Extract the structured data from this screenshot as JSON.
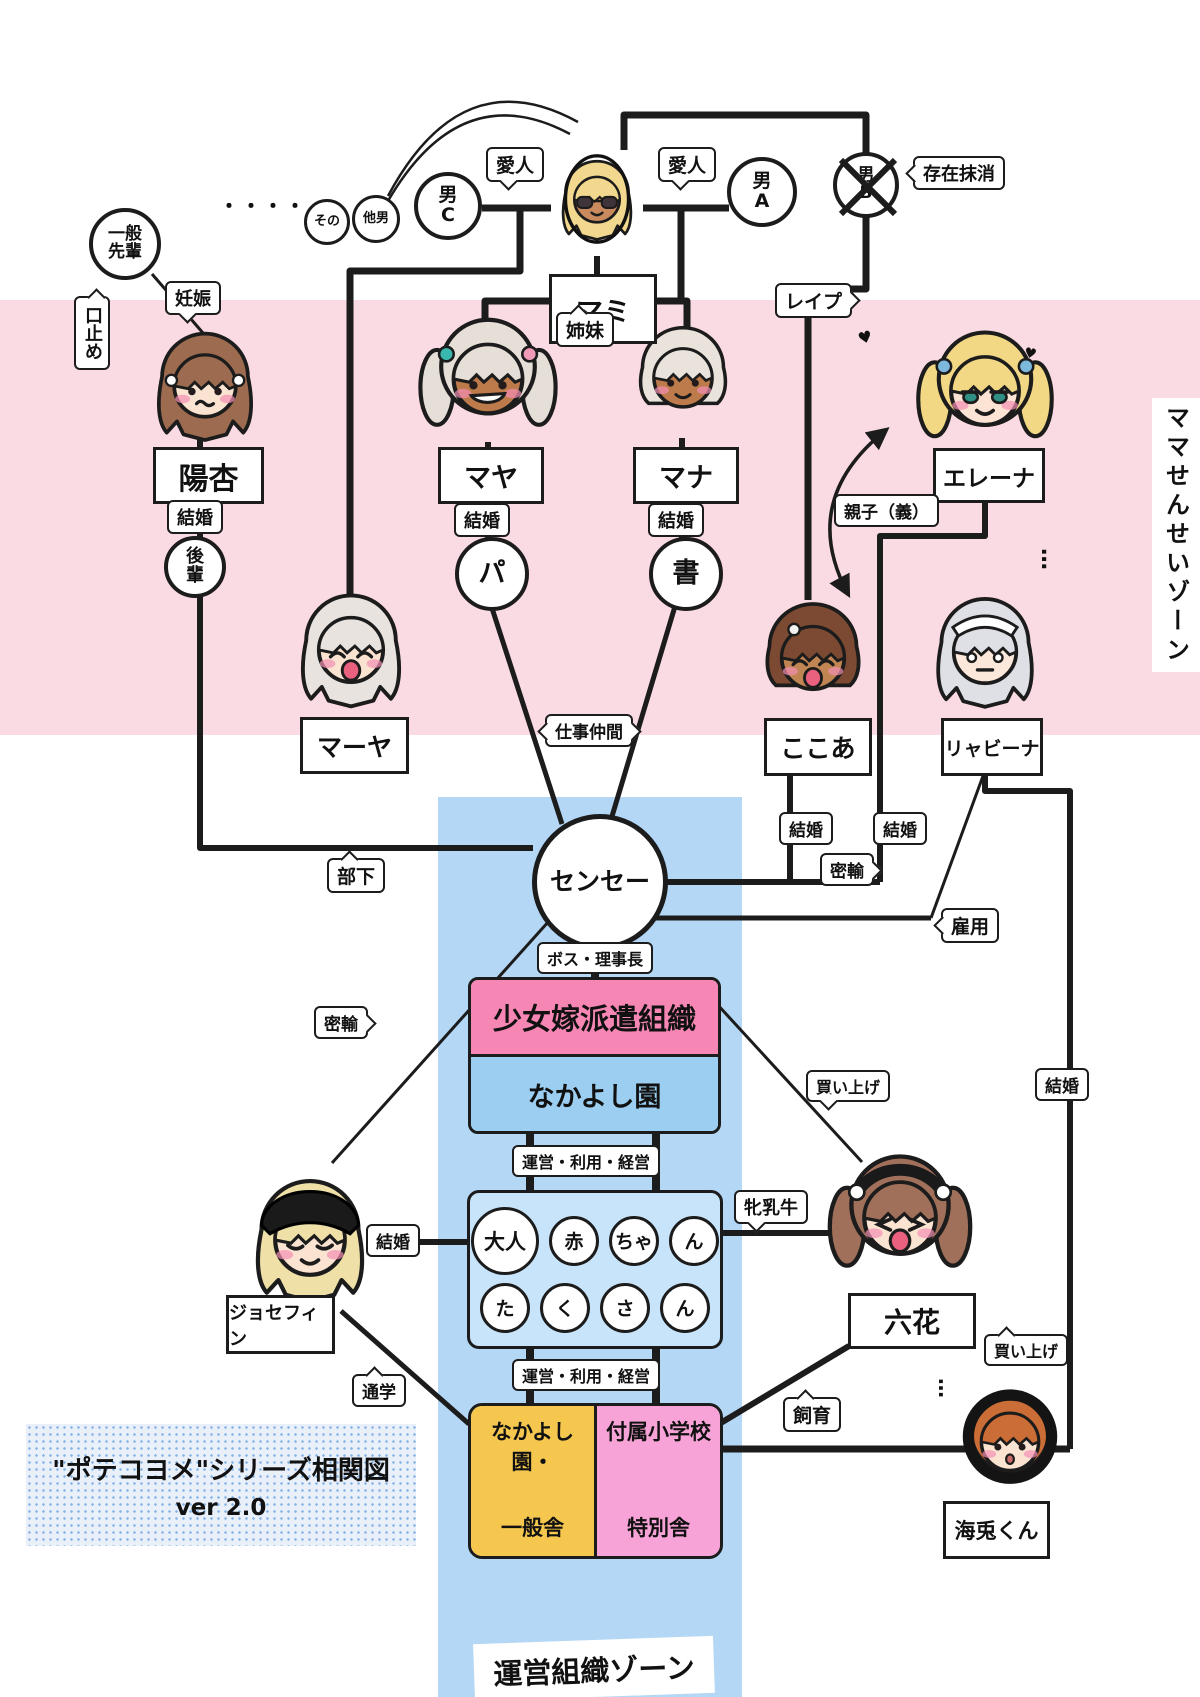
{
  "title": {
    "line1": "\"ポテコヨメ\"シリーズ相関図",
    "line2": "ver 2.0"
  },
  "zones": {
    "mama_sensei": "ママせんせいゾーン",
    "unei_soshiki": "運営組織ゾーン"
  },
  "nodes": {
    "dots": "・・・・・",
    "sono": "その",
    "tadan": "他男",
    "otoko_c": "男C",
    "otoko_a": "男A",
    "otoko_b": "男B",
    "ippan_senpai": "一般先輩",
    "kouhai": "後輩",
    "pa": "パ",
    "sho": "書",
    "sensei": "センセー"
  },
  "labels": {
    "aijin": "愛人",
    "sonzai": "存在抹消",
    "reipu": "レイプ",
    "ninshin": "妊娠",
    "kuchidome": "口止め",
    "shimai": "姉妹",
    "oyako": "親子（義）",
    "kekkon": "結婚",
    "shigoto": "仕事仲間",
    "mitsuyu": "密輸",
    "koyou": "雇用",
    "buka": "部下",
    "boss": "ボス・理事長",
    "unei": "運営・利用・経営",
    "mehirou": "牝乳牛",
    "kaiage": "買い上げ",
    "shiiku": "飼育",
    "tsuugaku": "通学"
  },
  "characters": {
    "mami": {
      "name": "マミ",
      "colors": {
        "hair": "#f2d88e",
        "skin": "#c98a5e"
      }
    },
    "hina": {
      "name": "陽杏",
      "colors": {
        "hair": "#9c6b50",
        "skin": "#fbe3d2"
      }
    },
    "maya": {
      "name": "マヤ",
      "colors": {
        "hair": "#e6dfd8",
        "skin": "#bd7a4a"
      }
    },
    "mana": {
      "name": "マナ",
      "colors": {
        "hair": "#e9e3dc",
        "skin": "#bd7a4a"
      }
    },
    "elena": {
      "name": "エレーナ",
      "colors": {
        "hair": "#f2d784",
        "skin": "#fbe4d4"
      }
    },
    "maaya": {
      "name": "マーヤ",
      "colors": {
        "hair": "#e8e3df",
        "skin": "#fbe3d2"
      }
    },
    "cocoa": {
      "name": "ここあ",
      "colors": {
        "hair": "#7c4a33",
        "skin": "#c08552"
      }
    },
    "ryabina": {
      "name": "リャビーナ",
      "colors": {
        "hair": "#dfdfe6",
        "skin": "#fbe8da"
      }
    },
    "josephine": {
      "name": "ジョセフィン",
      "colors": {
        "hair": "#efe0a8",
        "skin": "#fbe3d2"
      }
    },
    "rikka": {
      "name": "六花",
      "colors": {
        "hair": "#a1705a",
        "skin": "#fbe3d2"
      }
    },
    "kaito": {
      "name": "海兎くん",
      "colors": {
        "hair": "#cb6d36",
        "skin": "#fbe3d2"
      }
    }
  },
  "orgs": {
    "haken": "少女嫁派遣組織",
    "nakayoshi": "なかよし園",
    "row1": [
      "大人",
      "赤",
      "ちゃ",
      "ん"
    ],
    "row2": [
      "た",
      "く",
      "さ",
      "ん"
    ],
    "ippan1": "なかよし園・",
    "ippan2": "一般舎",
    "fuzoku1": "付属小学校",
    "fuzoku2": "特別舎"
  },
  "decor": {
    "heart": "♥",
    "ellipsis": "…"
  },
  "colors": {
    "pink_zone": "#fadbe3",
    "blue_zone": "#b4d7f5",
    "org_pink": "#f687b4",
    "org_blue": "#9bcef1",
    "box_blue": "#c8e4fa",
    "yellow": "#f6c74f",
    "school_pink": "#f8a3d7",
    "line": "#1c1c1c"
  }
}
